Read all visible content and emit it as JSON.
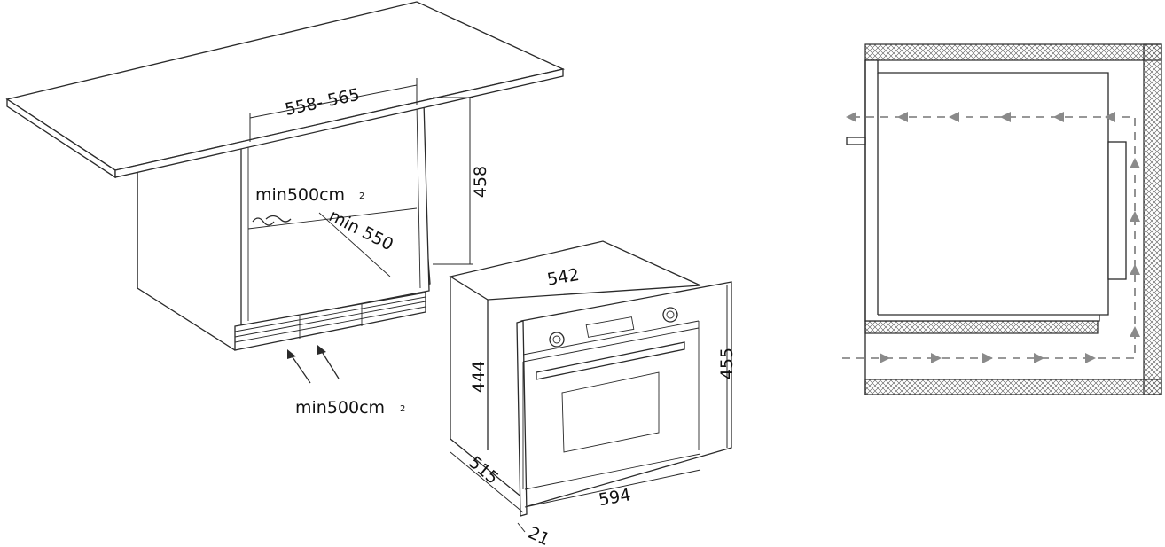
{
  "cabinet": {
    "width_label": "558- 565",
    "height_label": "458",
    "vent_top_label": "min500cm",
    "vent_top_sup": "2",
    "depth_label": "min 550",
    "vent_bottom_label": "min500cm",
    "vent_bottom_sup": "2"
  },
  "oven": {
    "depth_label": "542",
    "body_height_label": "444",
    "front_height_label": "455",
    "width_label": "594",
    "side_depth_label": "515",
    "front_thickness_label": "21"
  },
  "colors": {
    "line": "#2a2a2a",
    "flow": "#777777",
    "hatch": "#555555"
  }
}
